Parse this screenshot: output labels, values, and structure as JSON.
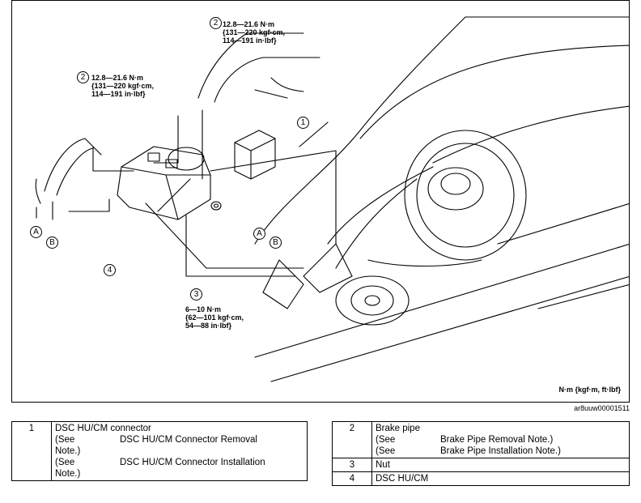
{
  "callouts": {
    "torque_top": {
      "num": "2",
      "lines": [
        "12.8—21.6 N·m",
        "{131—220 kgf·cm,",
        "114—191 in·lbf}"
      ]
    },
    "torque_left": {
      "num": "2",
      "lines": [
        "12.8—21.6 N·m",
        "{131—220 kgf·cm,",
        "114—191 in·lbf}"
      ]
    },
    "torque_nut": {
      "num": "3",
      "lines": [
        "6—10 N·m",
        "{62—101 kgf·cm,",
        "54—88 in·lbf}"
      ]
    },
    "connector_num": "1",
    "unit_num": "4",
    "ref_a": "A",
    "ref_b": "B"
  },
  "units_label": "N·m {kgf·m, ft·lbf}",
  "figure_id": "ar8uuw00001511",
  "left_table": {
    "num": "1",
    "title": "DSC HU/CM connector",
    "refs": [
      {
        "see": "(See",
        "note": "Note.)",
        "text": "DSC HU/CM Connector Removal"
      },
      {
        "see": "(See",
        "note": "Note.)",
        "text": "DSC HU/CM Connector Installation"
      }
    ]
  },
  "right_table": {
    "row1": {
      "num": "2",
      "title": "Brake pipe",
      "refs": [
        {
          "see": "(See",
          "text": "Brake Pipe Removal Note.)"
        },
        {
          "see": "(See",
          "text": "Brake Pipe Installation Note.)"
        }
      ]
    },
    "row2": {
      "num": "3",
      "label": "Nut"
    },
    "row3": {
      "num": "4",
      "label": "DSC HU/CM"
    }
  }
}
